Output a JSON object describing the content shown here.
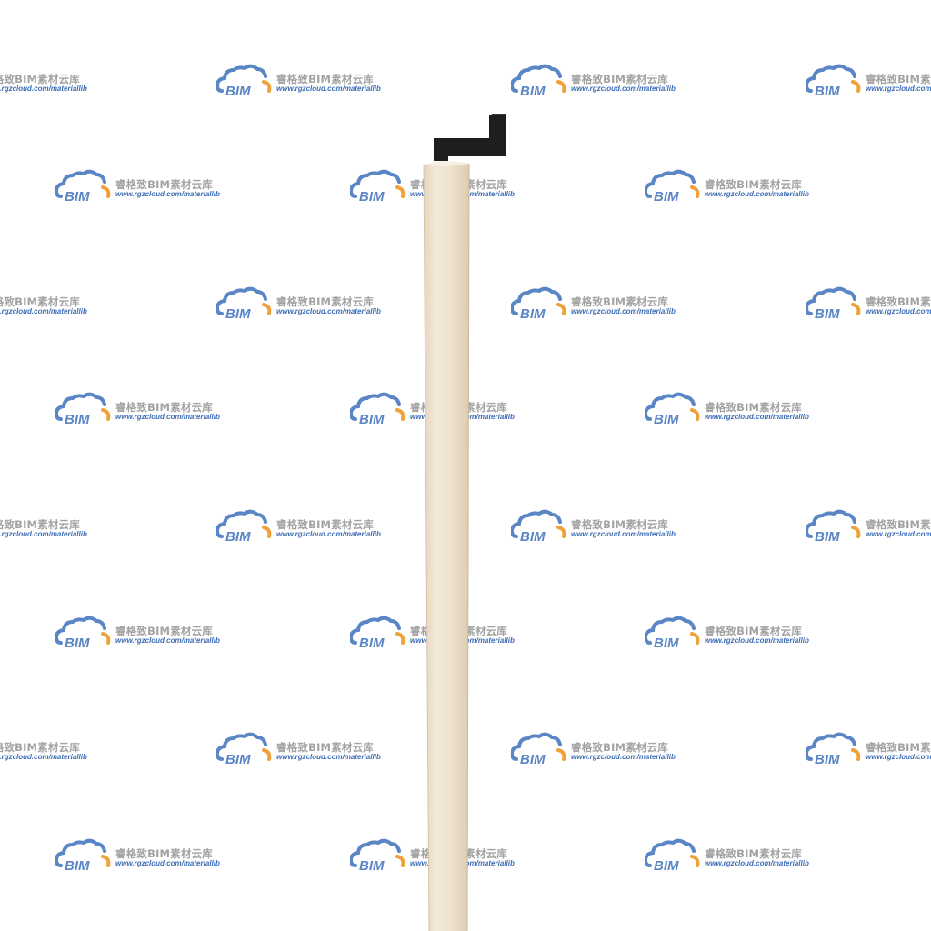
{
  "watermark": {
    "title": "睿格致BIM素材云库",
    "url": "www.rgzcloud.com/materiallib",
    "logo_text": "BIM",
    "colors": {
      "cloud": "#5b86c6",
      "accent": "#f0a23a",
      "title": "#a3a3a3",
      "url": "#3d6db5"
    }
  },
  "object": {
    "name": "wooden rod with black hook bracket",
    "colors": {
      "rod": "#efe3cf",
      "rod_shade": "#dccbb0",
      "bracket": "#1e1e1e"
    }
  }
}
